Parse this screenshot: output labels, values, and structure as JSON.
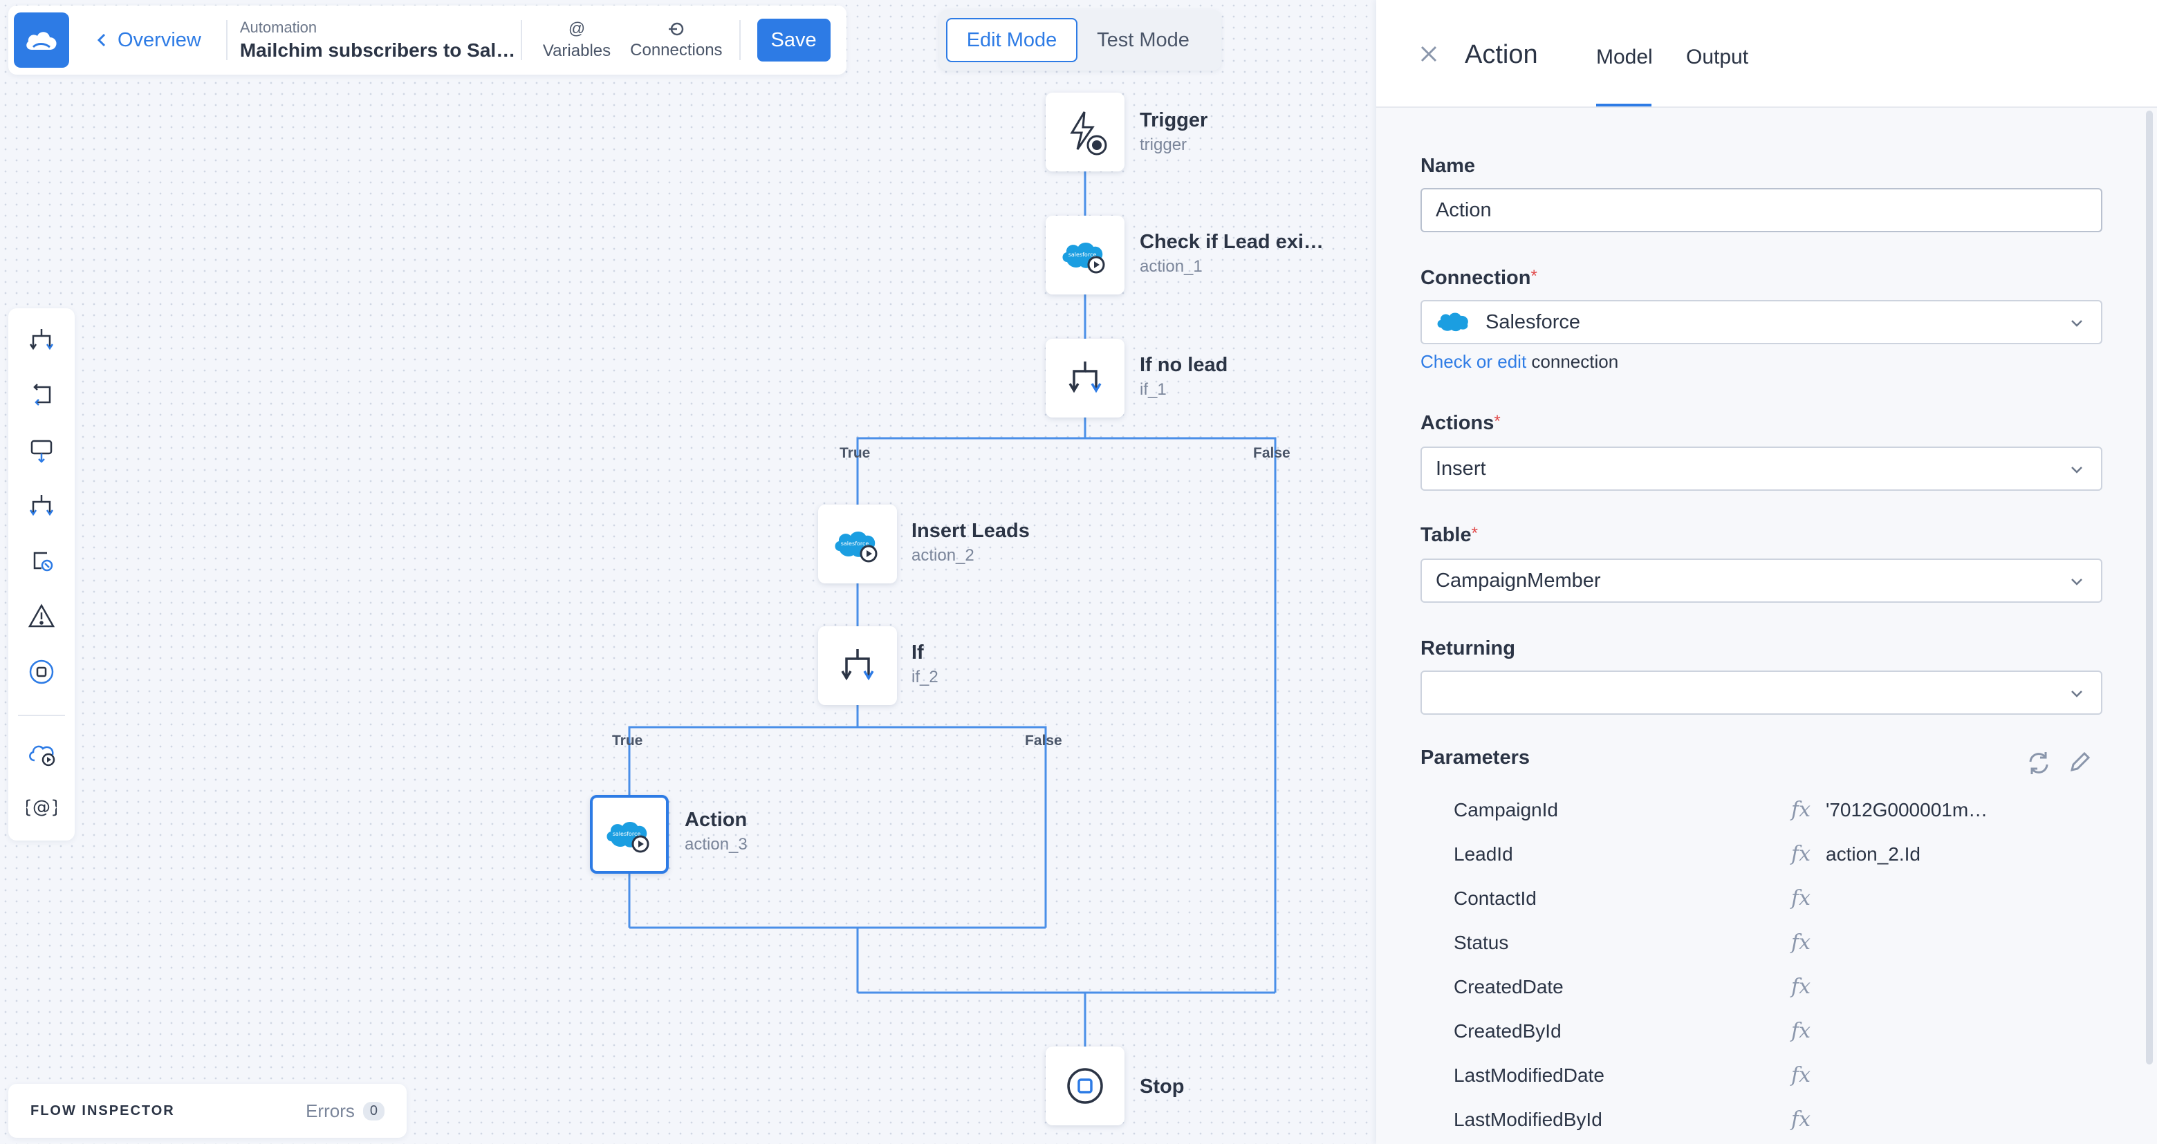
{
  "topbar": {
    "back_label": "Overview",
    "breadcrumb_small": "Automation",
    "breadcrumb_title": "Mailchim subscribers to Salesf…",
    "variables_label": "Variables",
    "variables_icon": "@",
    "connections_label": "Connections",
    "save_label": "Save"
  },
  "modes": {
    "edit": "Edit Mode",
    "test": "Test Mode",
    "active": "edit"
  },
  "left_toolbar": [
    "if-icon",
    "loop-icon",
    "wait-icon",
    "parallel-icon",
    "try-catch-icon",
    "raise-error-icon",
    "stop-icon",
    "action-icon",
    "variables-icon"
  ],
  "nodes": [
    {
      "title": "Trigger",
      "sub": "trigger",
      "icon": "trigger-icon"
    },
    {
      "title": "Check if Lead exi…",
      "sub": "action_1",
      "icon": "salesforce-icon"
    },
    {
      "title": "If no lead",
      "sub": "if_1",
      "icon": "if-icon"
    },
    {
      "title": "Insert Leads",
      "sub": "action_2",
      "icon": "salesforce-icon"
    },
    {
      "title": "If",
      "sub": "if_2",
      "icon": "if-icon"
    },
    {
      "title": "Action",
      "sub": "action_3",
      "icon": "salesforce-icon",
      "selected": true
    },
    {
      "title": "Stop",
      "sub": "",
      "icon": "stop-icon"
    }
  ],
  "branch_labels": {
    "if1_true": "True",
    "if1_false": "False",
    "if2_true": "True",
    "if2_false": "False"
  },
  "salesforce_logo_text": "salesforce",
  "inspector": {
    "title": "FLOW INSPECTOR",
    "errors_label": "Errors",
    "errors_count": "0"
  },
  "panel": {
    "title": "Action",
    "tabs": [
      "Model",
      "Output"
    ],
    "active_tab": "Model",
    "name_label": "Name",
    "name_value": "Action",
    "connection_label": "Connection",
    "connection_value": "Salesforce",
    "connection_help_link": "Check or edit",
    "connection_help_text": " connection",
    "actions_label": "Actions",
    "actions_value": "Insert",
    "table_label": "Table",
    "table_value": "CampaignMember",
    "returning_label": "Returning",
    "returning_value": "",
    "required_mark": "*",
    "parameters_label": "Parameters",
    "fx_label": "fx",
    "parameters": [
      {
        "name": "CampaignId",
        "value": "'7012G000001m…"
      },
      {
        "name": "LeadId",
        "value": "action_2.Id"
      },
      {
        "name": "ContactId",
        "value": ""
      },
      {
        "name": "Status",
        "value": ""
      },
      {
        "name": "CreatedDate",
        "value": ""
      },
      {
        "name": "CreatedById",
        "value": ""
      },
      {
        "name": "LastModifiedDate",
        "value": ""
      },
      {
        "name": "LastModifiedById",
        "value": ""
      }
    ]
  },
  "colors": {
    "accent": "#2d7be5",
    "salesforce": "#1b9ee1",
    "required": "#e04848"
  }
}
